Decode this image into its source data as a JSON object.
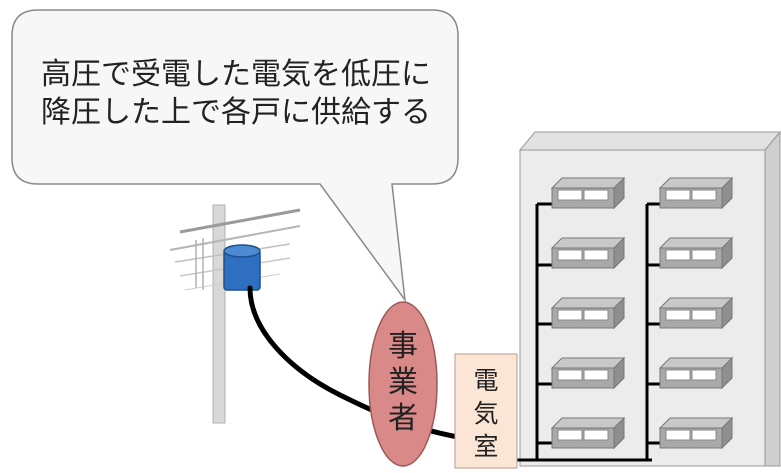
{
  "callout": {
    "line1": "高圧で受電した電気を低圧に",
    "line2": "降圧した上で各戸に供給する"
  },
  "operator": {
    "label": [
      "事",
      "業",
      "者"
    ],
    "color": "#d98a88"
  },
  "electric_room": {
    "label": [
      "電",
      "気",
      "室"
    ],
    "color": "#fbe5d5"
  },
  "building": {
    "columns": 2,
    "floors": 5
  },
  "transformer_color": "#2f6fbf"
}
